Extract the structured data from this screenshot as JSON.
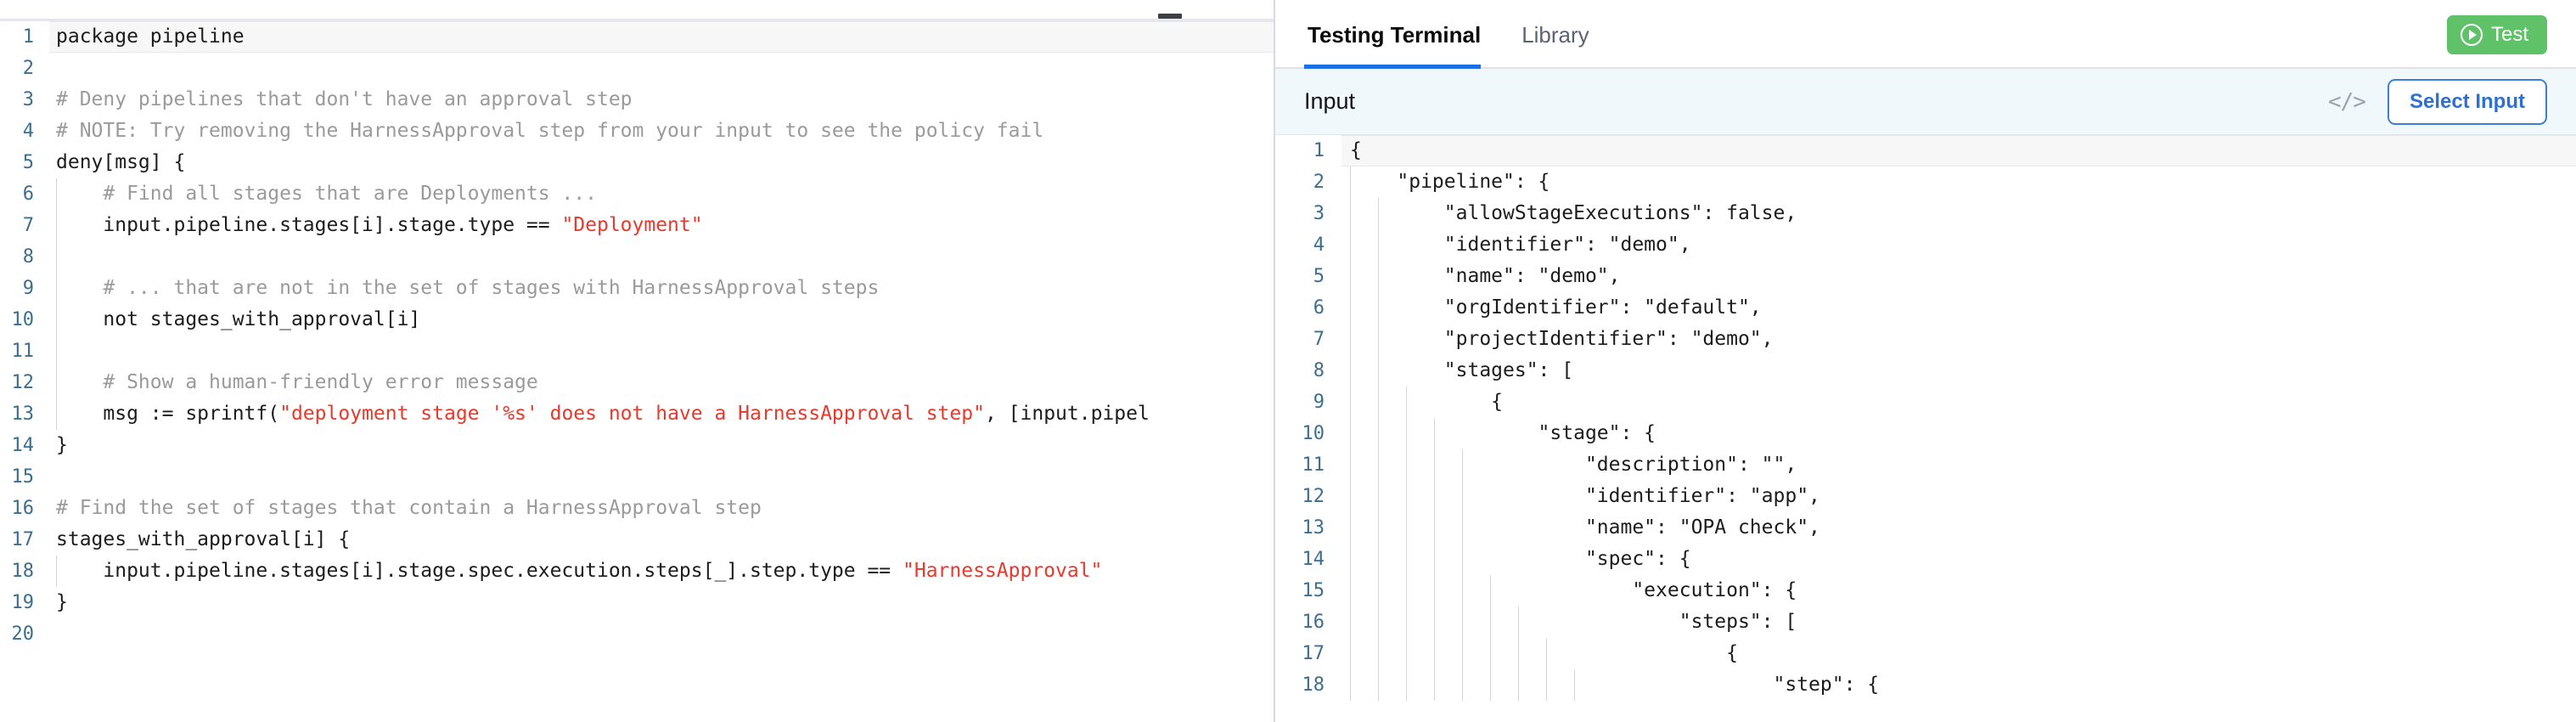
{
  "editor": {
    "name": "rego-policy-editor",
    "minimize_icon": "minimize-icon",
    "lines": [
      {
        "n": "1",
        "segments": [
          {
            "t": "package pipeline",
            "c": "kw"
          }
        ],
        "active": true,
        "guides": 0
      },
      {
        "n": "2",
        "segments": [
          {
            "t": "",
            "c": "kw"
          }
        ],
        "active": false,
        "guides": 0
      },
      {
        "n": "3",
        "segments": [
          {
            "t": "# Deny pipelines that don't have an approval step",
            "c": "cm"
          }
        ],
        "active": false,
        "guides": 0
      },
      {
        "n": "4",
        "segments": [
          {
            "t": "# NOTE: Try removing the HarnessApproval step from your input to see the policy fail",
            "c": "cm"
          }
        ],
        "active": false,
        "guides": 0
      },
      {
        "n": "5",
        "segments": [
          {
            "t": "deny[msg] {",
            "c": "kw"
          }
        ],
        "active": false,
        "guides": 0
      },
      {
        "n": "6",
        "segments": [
          {
            "t": "    # Find all stages that are Deployments ...",
            "c": "cm"
          }
        ],
        "active": false,
        "guides": 1
      },
      {
        "n": "7",
        "segments": [
          {
            "t": "    input.pipeline.stages[i].stage.type == ",
            "c": "kw"
          },
          {
            "t": "\"Deployment\"",
            "c": "str"
          }
        ],
        "active": false,
        "guides": 1
      },
      {
        "n": "8",
        "segments": [
          {
            "t": "",
            "c": "kw"
          }
        ],
        "active": false,
        "guides": 1
      },
      {
        "n": "9",
        "segments": [
          {
            "t": "    # ... that are not in the set of stages with HarnessApproval steps",
            "c": "cm"
          }
        ],
        "active": false,
        "guides": 1
      },
      {
        "n": "10",
        "segments": [
          {
            "t": "    not stages_with_approval[i]",
            "c": "kw"
          }
        ],
        "active": false,
        "guides": 1
      },
      {
        "n": "11",
        "segments": [
          {
            "t": "",
            "c": "kw"
          }
        ],
        "active": false,
        "guides": 1
      },
      {
        "n": "12",
        "segments": [
          {
            "t": "    # Show a human-friendly error message",
            "c": "cm"
          }
        ],
        "active": false,
        "guides": 1
      },
      {
        "n": "13",
        "segments": [
          {
            "t": "    msg := sprintf(",
            "c": "kw"
          },
          {
            "t": "\"deployment stage '%s' does not have a HarnessApproval step\"",
            "c": "str"
          },
          {
            "t": ", [input.pipel",
            "c": "kw"
          }
        ],
        "active": false,
        "guides": 1
      },
      {
        "n": "14",
        "segments": [
          {
            "t": "}",
            "c": "kw"
          }
        ],
        "active": false,
        "guides": 0
      },
      {
        "n": "15",
        "segments": [
          {
            "t": "",
            "c": "kw"
          }
        ],
        "active": false,
        "guides": 0
      },
      {
        "n": "16",
        "segments": [
          {
            "t": "# Find the set of stages that contain a HarnessApproval step",
            "c": "cm"
          }
        ],
        "active": false,
        "guides": 0
      },
      {
        "n": "17",
        "segments": [
          {
            "t": "stages_with_approval[i] {",
            "c": "kw"
          }
        ],
        "active": false,
        "guides": 0
      },
      {
        "n": "18",
        "segments": [
          {
            "t": "    input.pipeline.stages[i].stage.spec.execution.steps[_].step.type == ",
            "c": "kw"
          },
          {
            "t": "\"HarnessApproval\"",
            "c": "str"
          }
        ],
        "active": false,
        "guides": 1
      },
      {
        "n": "19",
        "segments": [
          {
            "t": "}",
            "c": "kw"
          }
        ],
        "active": false,
        "guides": 0
      },
      {
        "n": "20",
        "segments": [
          {
            "t": "",
            "c": "kw"
          }
        ],
        "active": false,
        "guides": 0
      }
    ]
  },
  "panel": {
    "tabs": [
      {
        "label": "Testing Terminal",
        "active": true
      },
      {
        "label": "Library",
        "active": false
      }
    ],
    "test_button": {
      "label": "Test",
      "icon": "play-circle-icon",
      "color": "#5fc268"
    },
    "input_toolbar": {
      "label": "Input",
      "code_icon": "</>",
      "select_input_label": "Select Input",
      "accent": "#2f6fd4",
      "background": "#f1f8fc"
    },
    "json_lines": [
      {
        "n": "1",
        "text": "{",
        "active": true,
        "guides": 0
      },
      {
        "n": "2",
        "text": "    \"pipeline\": {",
        "active": false,
        "guides": 1
      },
      {
        "n": "3",
        "text": "        \"allowStageExecutions\": false,",
        "active": false,
        "guides": 2
      },
      {
        "n": "4",
        "text": "        \"identifier\": \"demo\",",
        "active": false,
        "guides": 2
      },
      {
        "n": "5",
        "text": "        \"name\": \"demo\",",
        "active": false,
        "guides": 2
      },
      {
        "n": "6",
        "text": "        \"orgIdentifier\": \"default\",",
        "active": false,
        "guides": 2
      },
      {
        "n": "7",
        "text": "        \"projectIdentifier\": \"demo\",",
        "active": false,
        "guides": 2
      },
      {
        "n": "8",
        "text": "        \"stages\": [",
        "active": false,
        "guides": 2
      },
      {
        "n": "9",
        "text": "            {",
        "active": false,
        "guides": 3
      },
      {
        "n": "10",
        "text": "                \"stage\": {",
        "active": false,
        "guides": 4
      },
      {
        "n": "11",
        "text": "                    \"description\": \"\",",
        "active": false,
        "guides": 5
      },
      {
        "n": "12",
        "text": "                    \"identifier\": \"app\",",
        "active": false,
        "guides": 5
      },
      {
        "n": "13",
        "text": "                    \"name\": \"OPA check\",",
        "active": false,
        "guides": 5
      },
      {
        "n": "14",
        "text": "                    \"spec\": {",
        "active": false,
        "guides": 5
      },
      {
        "n": "15",
        "text": "                        \"execution\": {",
        "active": false,
        "guides": 6
      },
      {
        "n": "16",
        "text": "                            \"steps\": [",
        "active": false,
        "guides": 7
      },
      {
        "n": "17",
        "text": "                                {",
        "active": false,
        "guides": 8
      },
      {
        "n": "18",
        "text": "                                    \"step\": {",
        "active": false,
        "guides": 9
      }
    ]
  }
}
